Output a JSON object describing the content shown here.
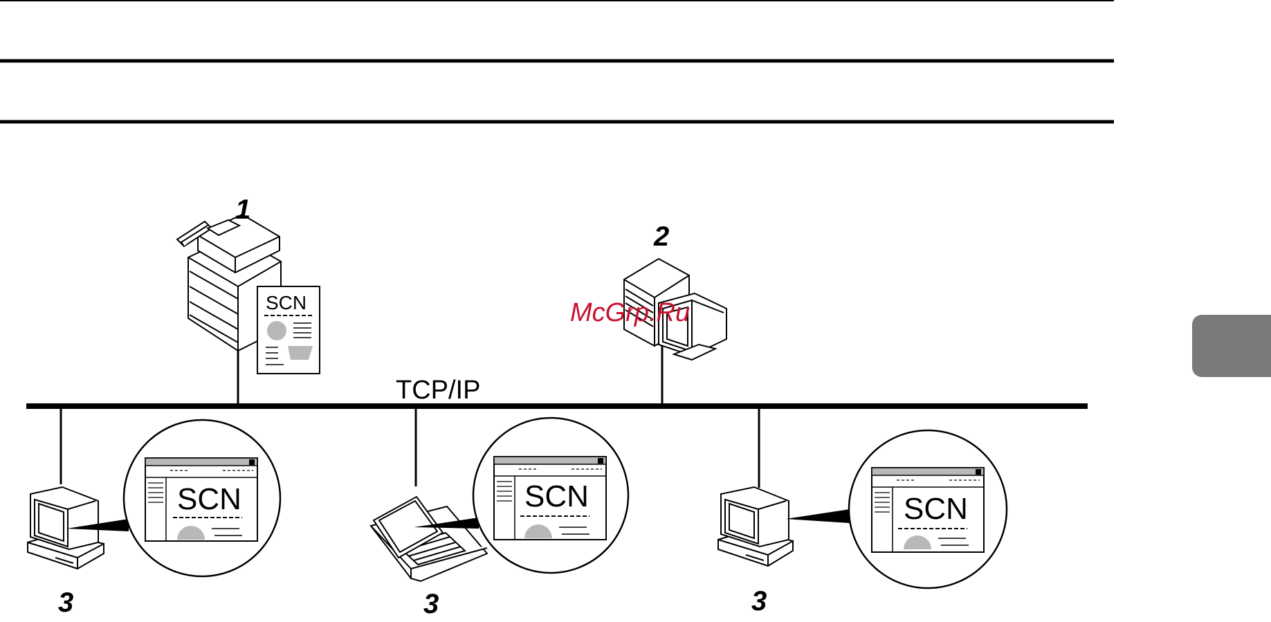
{
  "network": {
    "label": "TCP/IP"
  },
  "nodes": {
    "scanner": {
      "number": "1",
      "doc_label": "SCN"
    },
    "server": {
      "number": "2",
      "watermark": "McGrp.Ru"
    },
    "client_left": {
      "number": "3",
      "screen_label": "SCN"
    },
    "client_mid": {
      "number": "3",
      "screen_label": "SCN"
    },
    "client_right": {
      "number": "3",
      "screen_label": "SCN"
    }
  },
  "colors": {
    "line": "#000000",
    "watermark": "#c8102e",
    "tab": "#7a7a7a",
    "fill_gray": "#b8b8b8"
  }
}
